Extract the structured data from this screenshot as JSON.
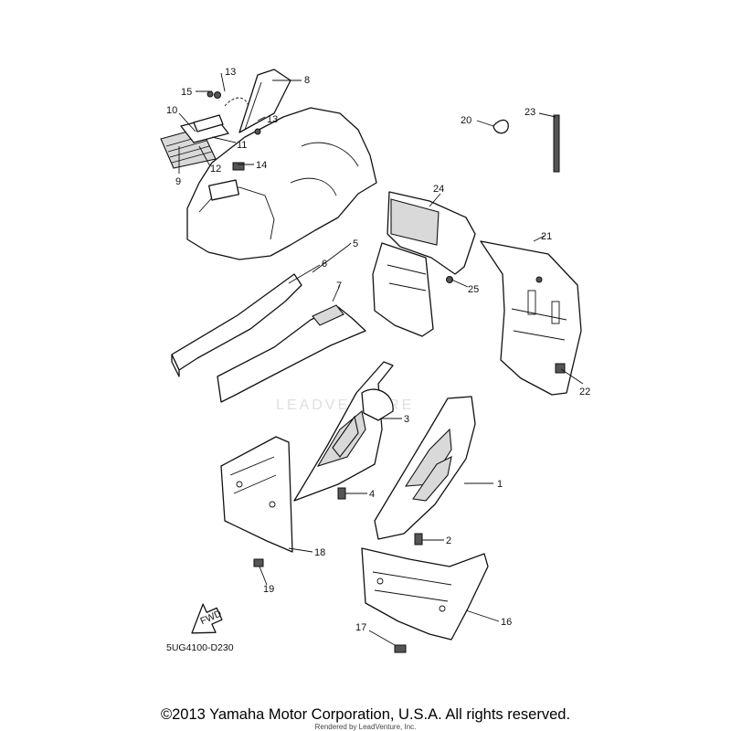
{
  "watermark": "LEADVENTURE",
  "fwd_label": "FWD",
  "diagram_code": "5UG4100-D230",
  "copyright": "©2013 Yamaha Motor Corporation, U.S.A. All rights reserved.",
  "rendered_by": "Rendered by LeadVenture, Inc.",
  "callouts": [
    "1",
    "2",
    "3",
    "4",
    "5",
    "6",
    "7",
    "8",
    "9",
    "10",
    "11",
    "12",
    "13",
    "13",
    "14",
    "15",
    "16",
    "17",
    "18",
    "19",
    "20",
    "21",
    "22",
    "23",
    "24",
    "25"
  ]
}
